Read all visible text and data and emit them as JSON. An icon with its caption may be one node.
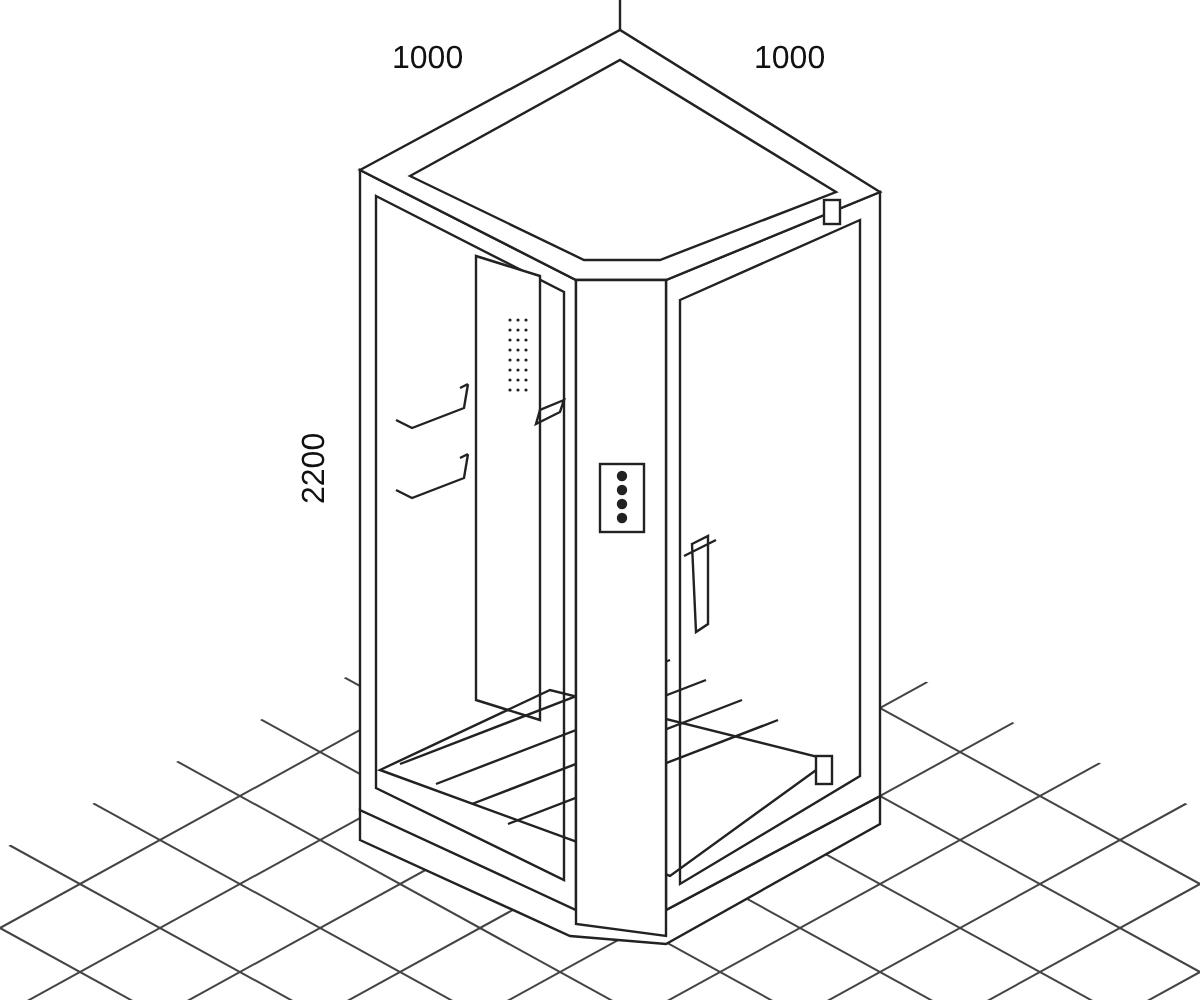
{
  "diagram": {
    "labels": [
      "1000",
      "1000",
      "2200"
    ]
  }
}
